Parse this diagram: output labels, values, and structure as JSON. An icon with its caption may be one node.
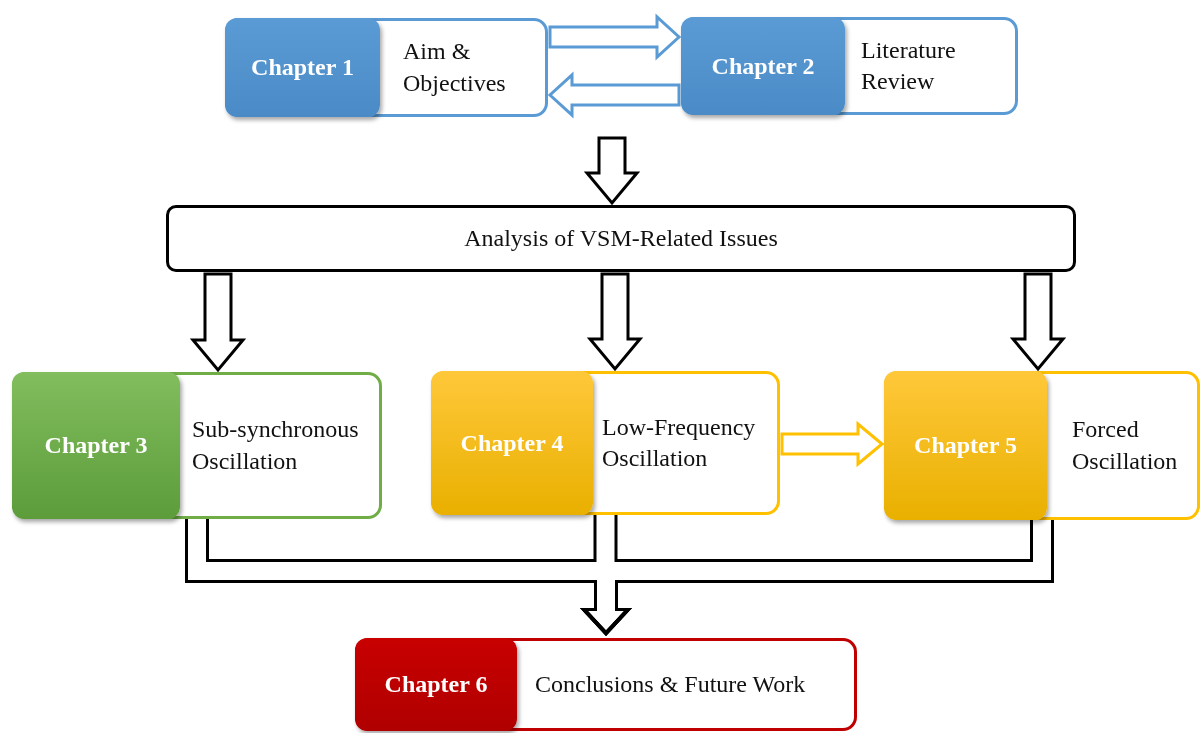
{
  "diagram": {
    "nodes": [
      {
        "text": [
          "Chapter 1",
          "Aim & Objectives"
        ]
      },
      {
        "text": [
          "Chapter 2",
          "Literature Review"
        ]
      },
      {
        "text": [
          "Analysis of VSM-Related Issues"
        ]
      },
      {
        "text": [
          "Chapter 3",
          "Sub-synchronous Oscillation"
        ]
      },
      {
        "text": [
          "Chapter 4",
          "Low-Frequency Oscillation"
        ]
      },
      {
        "text": [
          "Chapter 5",
          "Forced Oscillation"
        ]
      },
      {
        "text": [
          "Chapter 6",
          "Conclusions & Future Work"
        ]
      }
    ],
    "edges": [
      {
        "from": 0,
        "to": 1,
        "arrow": "to",
        "color": "#5b9bd5"
      },
      {
        "from": 1,
        "to": 0,
        "arrow": "to",
        "color": "#5b9bd5"
      },
      {
        "from": null,
        "to": 2,
        "arrow": "to"
      },
      {
        "from": 2,
        "to": 3,
        "arrow": "to"
      },
      {
        "from": 2,
        "to": 4,
        "arrow": "to"
      },
      {
        "from": 2,
        "to": 5,
        "arrow": "to"
      },
      {
        "from": 4,
        "to": 5,
        "arrow": "to",
        "color": "#ffc000"
      },
      {
        "from": 3,
        "to": 6,
        "arrow": "to"
      },
      {
        "from": 4,
        "to": 6,
        "arrow": "to"
      },
      {
        "from": 5,
        "to": 6,
        "arrow": "to"
      }
    ]
  }
}
